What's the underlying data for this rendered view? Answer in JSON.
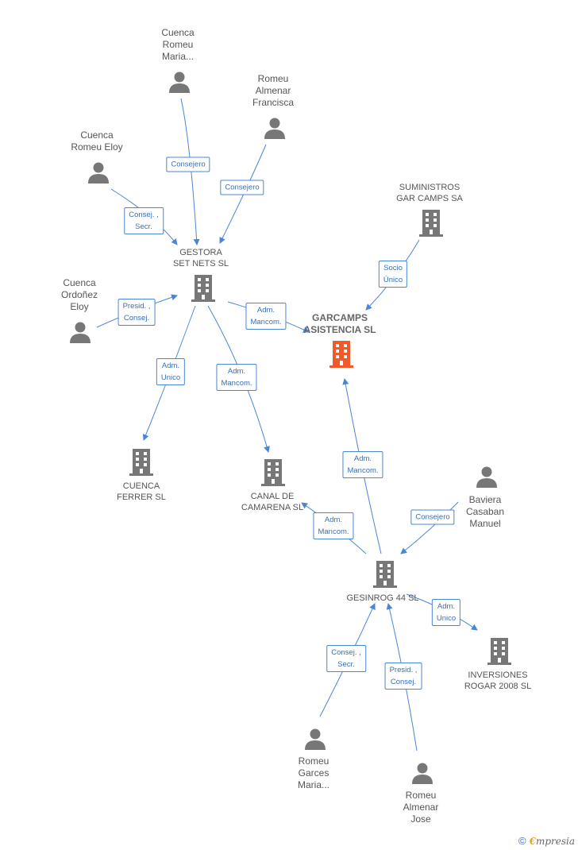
{
  "colors": {
    "edge": "#4a86d6",
    "icon": "#777777",
    "focus": "#f05a28"
  },
  "nodes": {
    "cuenca_romeu_maria": {
      "label": "Cuenca\nRomeu\nMaria...",
      "icon": "person-icon"
    },
    "romeu_almenar_francisca": {
      "label": "Romeu\nAlmenar\nFrancisca",
      "icon": "person-icon"
    },
    "cuenca_romeu_eloy": {
      "label": "Cuenca\nRomeu Eloy",
      "icon": "person-icon"
    },
    "suministros": {
      "label": "SUMINISTROS\nGAR CAMPS SA",
      "icon": "building-icon"
    },
    "gestora": {
      "label": "GESTORA\nSET NETS SL",
      "icon": "building-icon"
    },
    "cuenca_ordonez_eloy": {
      "label": "Cuenca\nOrdoñez\nEloy",
      "icon": "person-icon"
    },
    "garcamps": {
      "label": "GARCAMPS\nASISTENCIA SL",
      "icon": "building-icon"
    },
    "cuenca_ferrer": {
      "label": "CUENCA\nFERRER SL",
      "icon": "building-icon"
    },
    "canal": {
      "label": "CANAL DE\nCAMARENA SL",
      "icon": "building-icon"
    },
    "baviera": {
      "label": "Baviera\nCasaban\nManuel",
      "icon": "person-icon"
    },
    "gesinrog": {
      "label": "GESINROG 44 SL",
      "icon": "building-icon"
    },
    "inversiones": {
      "label": "INVERSIONES\nROGAR 2008 SL",
      "icon": "building-icon"
    },
    "romeu_garces_maria": {
      "label": "Romeu\nGarces\nMaria...",
      "icon": "person-icon"
    },
    "romeu_almenar_jose": {
      "label": "Romeu\nAlmenar\nJose",
      "icon": "person-icon"
    }
  },
  "edges": {
    "e1": "Consejero",
    "e2": "Consejero",
    "e3": "Consej. ,\nSecr.",
    "e4": "Presid. ,\nConsej.",
    "e5": "Socio\nÚnico",
    "e6": "Adm.\nMancom.",
    "e7": "Adm.\nUnico",
    "e8": "Adm.\nMancom.",
    "e9": "Adm.\nMancom.",
    "e10": "Adm.\nMancom.",
    "e11": "Consejero",
    "e12": "Adm.\nUnico",
    "e13": "Consej. ,\nSecr.",
    "e14": "Presid. ,\nConsej."
  },
  "footer": {
    "copyright": "©",
    "brand_initial": "€",
    "brand_rest": "mpresia"
  }
}
